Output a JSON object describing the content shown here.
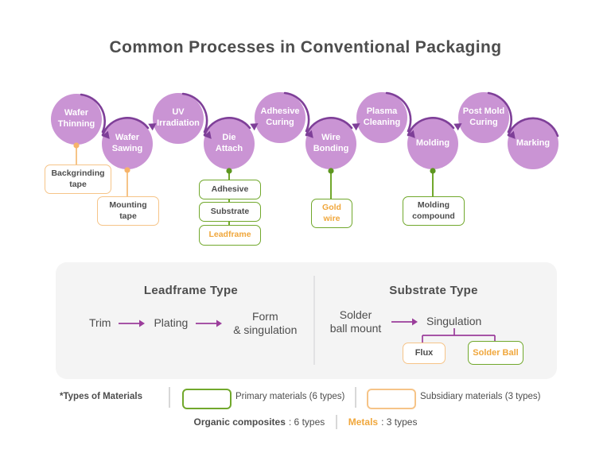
{
  "title": "Common Processes in Conventional Packaging",
  "process_flow": {
    "nodes": [
      {
        "label": "Wafer\nThinning"
      },
      {
        "label": "Wafer\nSawing"
      },
      {
        "label": "UV\nIrradiation"
      },
      {
        "label": "Die\nAttach"
      },
      {
        "label": "Adhesive\nCuring"
      },
      {
        "label": "Wire\nBonding"
      },
      {
        "label": "Plasma\nCleaning"
      },
      {
        "label": "Molding"
      },
      {
        "label": "Post Mold\nCuring"
      },
      {
        "label": "Marking"
      }
    ]
  },
  "material_boxes": {
    "backgrinding_tape": {
      "label": "Backgrinding\ntape",
      "category": "subsidiary"
    },
    "mounting_tape": {
      "label": "Mounting\ntape",
      "category": "subsidiary"
    },
    "adhesive": {
      "label": "Adhesive",
      "category": "primary"
    },
    "substrate": {
      "label": "Substrate",
      "category": "primary"
    },
    "leadframe": {
      "label": "Leadframe",
      "category": "primary",
      "material": "metal"
    },
    "gold_wire": {
      "label": "Gold\nwire",
      "category": "primary",
      "material": "metal"
    },
    "molding_compound": {
      "label": "Molding\ncompound",
      "category": "primary"
    }
  },
  "leadframe_type": {
    "heading": "Leadframe Type",
    "step1": "Trim",
    "step2": "Plating",
    "step3": "Form\n& singulation"
  },
  "substrate_type": {
    "heading": "Substrate Type",
    "step1": "Solder\nball mount",
    "step2": "Singulation",
    "flux": "Flux",
    "solder_ball": "Solder Ball"
  },
  "legend": {
    "types_label": "*Types of Materials",
    "primary_label": "Primary materials (6 types)",
    "subsidiary_label": "Subsidiary materials (3 types)",
    "organic_label": "Organic composites",
    "organic_value": ": 6 types",
    "metals_label": "Metals",
    "metals_value": ": 3 types"
  },
  "colors": {
    "node_fill": "#ca94d4",
    "process_arrow_purple": "#7e3f98",
    "flow_arrow_purple": "#9b3d9b",
    "primary_green": "#71a82c",
    "subsidiary_orange": "#f6c488",
    "metal_orange": "#f0a73c",
    "text_dark": "#4d4d4d",
    "panel_gray": "#f4f4f4"
  }
}
